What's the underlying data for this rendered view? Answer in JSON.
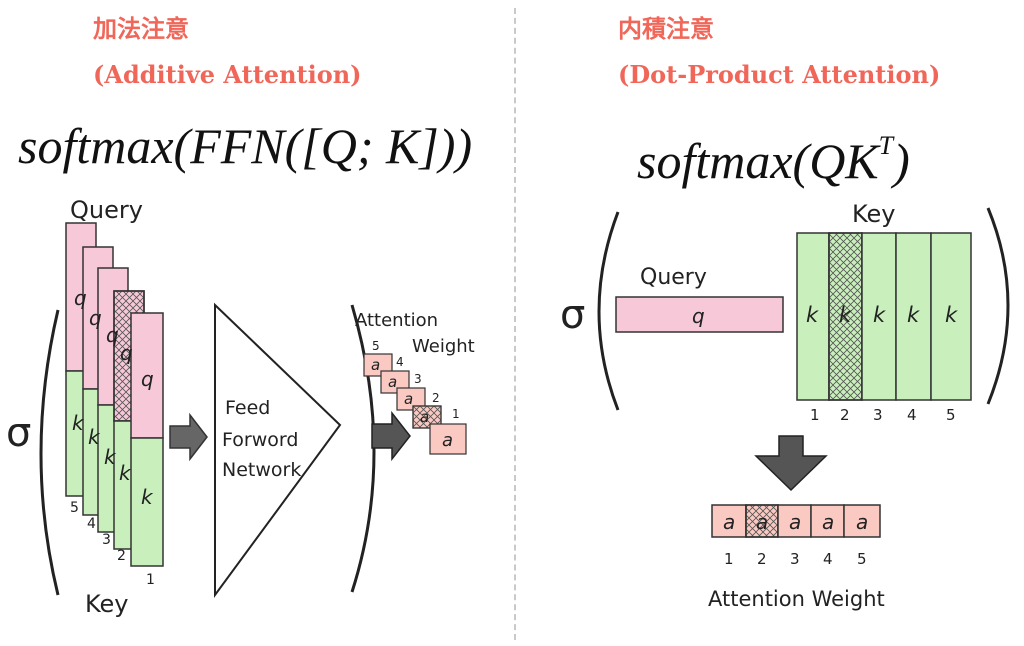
{
  "colors": {
    "title": "#f0675a",
    "query_fill": "#f6c8d8",
    "key_fill": "#c9efbd",
    "weight_fill": "#f9c9c2",
    "arrow_fill": "#666666",
    "divider": "#c9c9c9"
  },
  "left": {
    "title_ja": "加法注意",
    "title_en": "(Additive Attention)",
    "formula": "softmax(FFN([Q; K]))",
    "sigma": "σ",
    "query_label": "Query",
    "key_label": "Key",
    "q_symbol": "q",
    "k_symbol": "k",
    "a_symbol": "a",
    "ffn_line1": "Feed",
    "ffn_line2": "Forword",
    "ffn_line3": "Network",
    "weight_line1": "Attention",
    "weight_line2": "Weight",
    "indices": [
      "1",
      "2",
      "3",
      "4",
      "5"
    ]
  },
  "right": {
    "title_ja": "内積注意",
    "title_en": "(Dot-Product Attention)",
    "formula_main": "softmax(QK",
    "formula_sup": "T",
    "formula_close": ")",
    "sigma": "σ",
    "query_label": "Query",
    "key_label": "Key",
    "q_symbol": "q",
    "k_symbol": "k",
    "a_symbol": "a",
    "indices": [
      "1",
      "2",
      "3",
      "4",
      "5"
    ],
    "weight_label": "Attention Weight"
  },
  "icons": [
    "down-arrow-icon",
    "right-arrow-icon"
  ]
}
